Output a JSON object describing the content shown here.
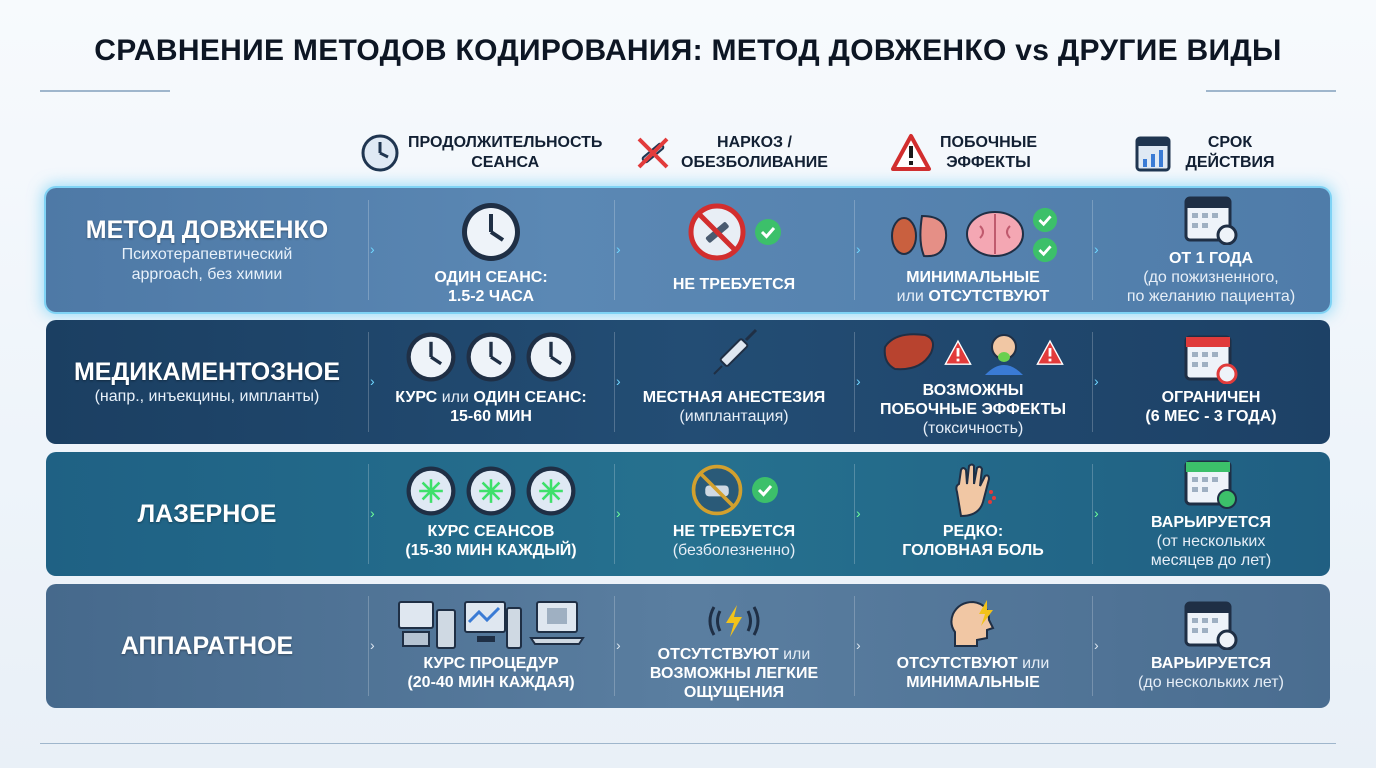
{
  "title": "СРАВНЕНИЕ МЕТОДОВ КОДИРОВАНИЯ: МЕТОД ДОВЖЕНКО vs ДРУГИЕ ВИДЫ",
  "columns": [
    {
      "line1": "ПРОДОЛЖИТЕЛЬНОСТЬ",
      "line2": "СЕАНСА",
      "icon": "clock-icon"
    },
    {
      "line1": "НАРКОЗ /",
      "line2": "ОБЕЗБОЛИВАНИЕ",
      "icon": "syringe-crossed-icon"
    },
    {
      "line1": "ПОБОЧНЫЕ",
      "line2": "ЭФФЕКТЫ",
      "icon": "warning-icon"
    },
    {
      "line1": "СРОК",
      "line2": "ДЕЙСТВИЯ",
      "icon": "calendar-chart-icon"
    }
  ],
  "rows": [
    {
      "name": "МЕТОД ДОВЖЕНКО",
      "sub1": "Психотерапевтический",
      "sub2": "approach, без химии",
      "duration": {
        "b1": "ОДИН СЕАНС:",
        "b2": "1.5-2 ЧАСА"
      },
      "anesthesia": {
        "b1": "НЕ ТРЕБУЕТСЯ"
      },
      "side": {
        "b1": "МИНИМАЛЬНЫЕ",
        "n1": "или",
        "b2": "ОТСУТСТВУЮТ"
      },
      "term": {
        "b1": "ОТ 1 ГОДА",
        "n1": "(до пожизненного,",
        "n2": "по желанию пациента)"
      }
    },
    {
      "name": "МЕДИКАМЕНТОЗНОЕ",
      "sub1": "(напр., инъекцины, импланты)",
      "duration": {
        "b1": "КУРС",
        "n1": "или",
        "b2": "ОДИН СЕАНС:",
        "b3": "15-60 МИН"
      },
      "anesthesia": {
        "b1": "МЕСТНАЯ АНЕСТЕЗИЯ",
        "n1": "(имплантация)"
      },
      "side": {
        "b1": "ВОЗМОЖНЫ",
        "b2": "ПОБОЧНЫЕ ЭФФЕКТЫ",
        "n1": "(токсичность)"
      },
      "term": {
        "b1": "ОГРАНИЧЕН",
        "b2": "(6 МЕС - 3 ГОДА)"
      }
    },
    {
      "name": "ЛАЗЕРНОЕ",
      "duration": {
        "b1": "КУРС СЕАНСОВ",
        "b2": "(15-30 МИН КАЖДЫЙ)"
      },
      "anesthesia": {
        "b1": "НЕ ТРЕБУЕТСЯ",
        "n1": "(безболезненно)"
      },
      "side": {
        "b1": "РЕДКО:",
        "b2": "ГОЛОВНАЯ БОЛЬ"
      },
      "term": {
        "b1": "ВАРЬИРУЕТСЯ",
        "n1": "(от нескольких",
        "n2": "месяцев до лет)"
      }
    },
    {
      "name": "АППАРАТНОЕ",
      "duration": {
        "b1": "КУРС ПРОЦЕДУР",
        "b2": "(20-40 МИН КАЖДАЯ)"
      },
      "anesthesia": {
        "b1": "ОТСУТСТВУЮТ",
        "n1": "или",
        "b2": "ВОЗМОЖНЫ ЛЕГКИЕ",
        "b3": "ОЩУЩЕНИЯ"
      },
      "side": {
        "b1": "ОТСУТСТВУЮТ",
        "n1": "или",
        "b2": "МИНИМАЛЬНЫЕ"
      },
      "term": {
        "b1": "ВАРЬИРУЕТСЯ",
        "n1": "(до нескольких лет)"
      }
    }
  ],
  "colors": {
    "accent_glow": "#7fd3f5",
    "check": "#3cc06a",
    "warning": "#e23b3b",
    "title": "#0d1624"
  }
}
